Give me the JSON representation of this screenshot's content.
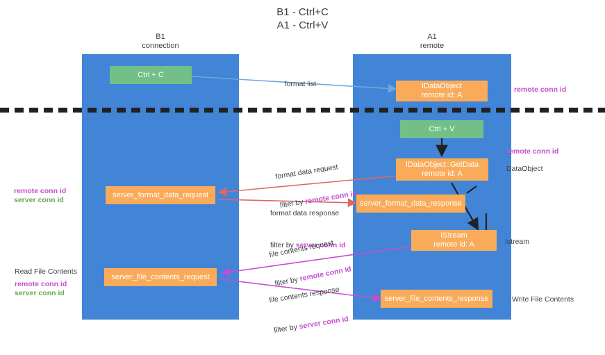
{
  "title": {
    "line1": "B1 - Ctrl+C",
    "line2": "A1 - Ctrl+V"
  },
  "columns": [
    {
      "id": "b1",
      "name": "B1",
      "role": "connection"
    },
    {
      "id": "a1",
      "name": "A1",
      "role": "remote"
    }
  ],
  "nodes": {
    "ctrl_c": {
      "label": "Ctrl + C"
    },
    "idataobject": {
      "line1": "IDataObject",
      "line2": "remote id: A"
    },
    "ctrl_v": {
      "label": "Ctrl + V"
    },
    "getdata": {
      "line1": "IDataObject::GetData",
      "line2": "remote id: A"
    },
    "server_format_data_request": {
      "label": "server_format_data_request"
    },
    "server_format_data_response": {
      "label": "server_format_data_response"
    },
    "istream": {
      "line1": "IStream",
      "line2": "remote id: A"
    },
    "server_file_contents_request": {
      "label": "server_file_contents_request"
    },
    "server_file_contents_response": {
      "label": "server_file_contents_response"
    }
  },
  "edges": {
    "format_list": {
      "label": "format list"
    },
    "format_data_request": {
      "line1": "format data request",
      "filter_prefix": "filter by ",
      "filter_key": "remote conn id"
    },
    "format_data_response": {
      "line1": "format data response",
      "filter_prefix": "filter by ",
      "filter_key": "server conn id"
    },
    "file_contents_request": {
      "line1": "file contents request",
      "filter_prefix": "filter by ",
      "filter_key": "remote conn id"
    },
    "file_contents_response": {
      "line1": "file contents response",
      "filter_prefix": "filter by ",
      "filter_key": "server conn id"
    }
  },
  "annotations": {
    "right_remote_conn_id_top": "remote conn id",
    "right_remote_conn_id_mid": "remote conn id",
    "right_dataobject": "DataObject",
    "right_istream": "Istream",
    "right_write_file_contents": "Write File Contents",
    "left_remote_conn_id_mid": "remote conn id",
    "left_server_conn_id_mid": "server conn id",
    "left_read_file_contents": "Read File Contents",
    "left_remote_conn_id_bottom": "remote conn id",
    "left_server_conn_id_bottom": "server conn id"
  },
  "colors": {
    "lane": "#4285d6",
    "node_green": "#72c088",
    "node_orange": "#f9ab5a",
    "arrow_blue": "#6fa8dc",
    "arrow_red": "#e06666",
    "arrow_magenta": "#c44ed0",
    "arrow_black": "#202124",
    "highlight_remote": "#c44ed0",
    "highlight_server": "#6aa84f",
    "divider": "#202124"
  }
}
